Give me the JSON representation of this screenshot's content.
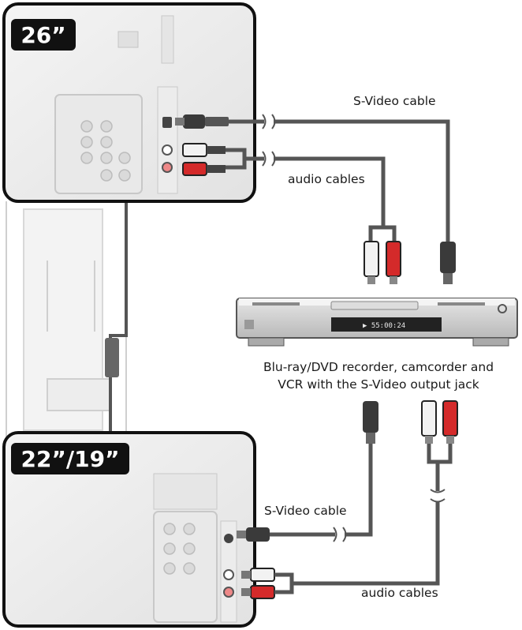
{
  "panels": {
    "top_model_badge": "26”",
    "bottom_model_badge": "22”/19”"
  },
  "labels": {
    "top_svideo_cable": "S-Video cable",
    "top_audio_cables": "audio cables",
    "device_caption_line1": "Blu-ray/DVD recorder, camcorder and",
    "device_caption_line2": "VCR with the S-Video output jack",
    "bottom_svideo_cable": "S-Video cable",
    "bottom_audio_cables": "audio cables"
  },
  "device": {
    "display_text": "▶ 55:00:24"
  },
  "colors": {
    "cable": "#555555",
    "red_plug": "#d42a2a",
    "white_plug": "#f2f2f2",
    "panel_border": "#111111",
    "badge_bg": "#111111"
  }
}
